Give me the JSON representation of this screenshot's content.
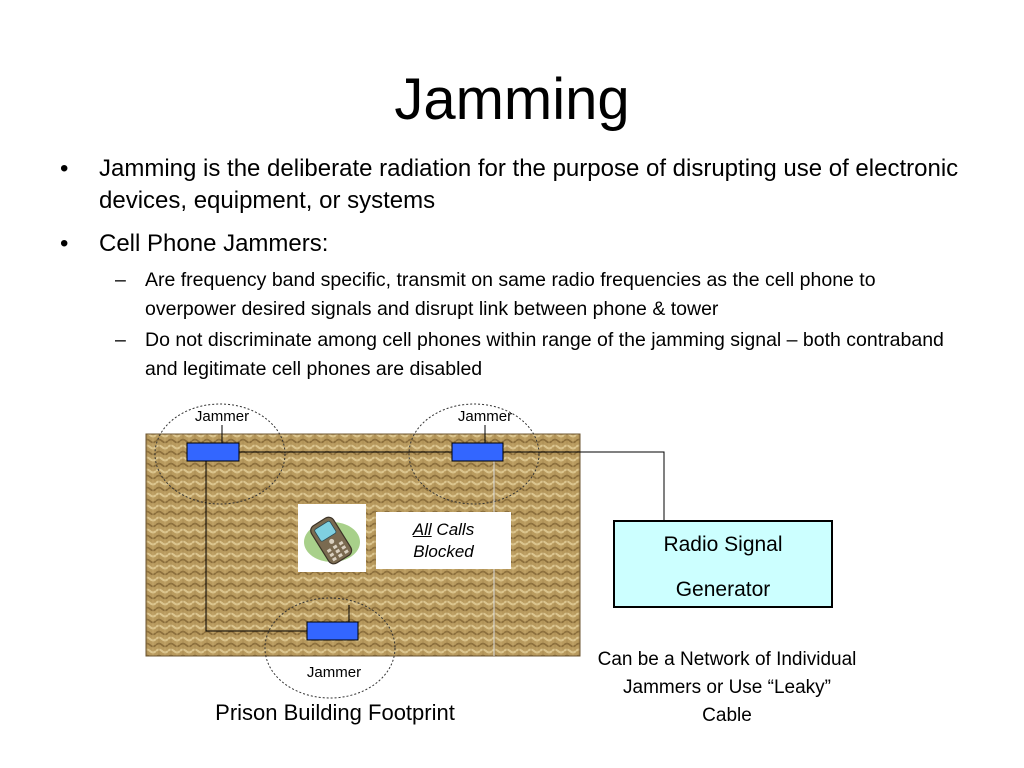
{
  "slide": {
    "title": "Jamming",
    "bullets": [
      {
        "marker": "•",
        "text": "Jamming is the deliberate radiation for the purpose of disrupting use of electronic devices, equipment, or systems"
      },
      {
        "marker": "•",
        "text": "Cell Phone Jammers:"
      }
    ],
    "sub_bullets": [
      {
        "marker": "–",
        "text": "Are frequency band specific, transmit on same radio frequencies as the cell phone to overpower desired signals and disrupt link between phone & tower"
      },
      {
        "marker": "–",
        "text": "Do not discriminate among cell phones within range of the jamming signal – both contraband and legitimate cell phones are disabled"
      }
    ]
  },
  "diagram": {
    "jammers": [
      {
        "label": "Jammer"
      },
      {
        "label": "Jammer"
      },
      {
        "label": "Jammer"
      }
    ],
    "blocked_box": {
      "emphasis": "All",
      "rest": " Calls",
      "line2": "Blocked"
    },
    "generator": {
      "line1": "Radio Signal",
      "line2": "Generator"
    },
    "footprint_label": "Prison Building Footprint",
    "note": "Can be a Network of Individual Jammers or Use “Leaky” Cable",
    "colors": {
      "jammer_fill": "#3366ff",
      "generator_fill": "#ccffff",
      "texture_base": "#b89a5e"
    },
    "icons": [
      "cell-phone-icon"
    ]
  }
}
